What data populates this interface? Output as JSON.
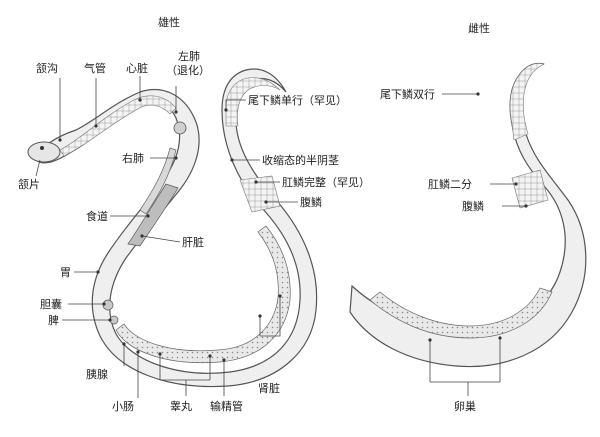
{
  "titles": {
    "male": "雄性",
    "female": "雌性"
  },
  "labels": {
    "hanhou": "颔沟",
    "qiguan": "气管",
    "xinzang": "心脏",
    "zuofei": "左肺",
    "tuihua": "（退化）",
    "weixia_dan": "尾下鳞单行（罕见）",
    "youfei": "右肺",
    "shousuo": "收缩态的半阴茎",
    "hanpian": "颔片",
    "ganlin_wz": "肛鳞完整（罕见）",
    "fulin_m": "腹鳞",
    "shidao": "食道",
    "ganzang": "肝脏",
    "wei": "胃",
    "dannang": "胆囊",
    "pi": "脾",
    "yixian": "胰腺",
    "shenzang": "肾脏",
    "xiaochang": "小肠",
    "shujingguan": "输精管",
    "gaowan": "睾丸",
    "weixia_shuang": "尾下鳞双行",
    "ganlin_ef": "肛鳞二分",
    "fulin_f": "腹鳞",
    "luanchao": "卵巢"
  }
}
